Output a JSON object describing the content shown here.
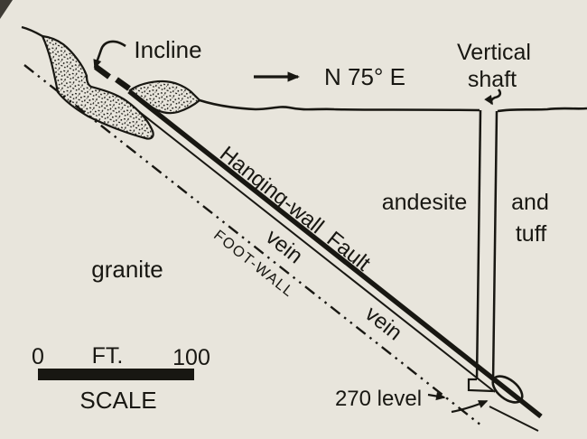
{
  "colors": {
    "background": "#e8e5dc",
    "ink": "#181712"
  },
  "diagram": {
    "incline_label": "Incline",
    "bearing_label": "N 75° E",
    "vertical_shaft_label_line1": "Vertical",
    "vertical_shaft_label_line2": "shaft",
    "fault_label": "Hanging-wall  Fault",
    "rock_andesite": "andesite",
    "rock_and": "and",
    "rock_tuff": "tuff",
    "vein_label_upper": "vein",
    "vein_label_lower": "vein",
    "footwall_label": "FOOT-WALL",
    "rock_granite": "granite",
    "level_label": "270 level"
  },
  "scale_bar": {
    "min": "0",
    "unit": "FT.",
    "max": "100",
    "caption": "SCALE"
  }
}
